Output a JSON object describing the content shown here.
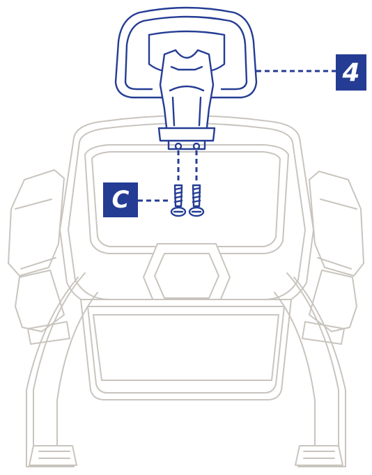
{
  "step_label": "4",
  "part_label": "C",
  "colors": {
    "accent": "#243c93",
    "chair_line": "#c9c4be",
    "headrest_fill": "#ffffff",
    "background": "#ffffff"
  },
  "icons": {
    "step_marker": "square-label",
    "part_marker": "square-label",
    "fastener": "screw-icon"
  }
}
